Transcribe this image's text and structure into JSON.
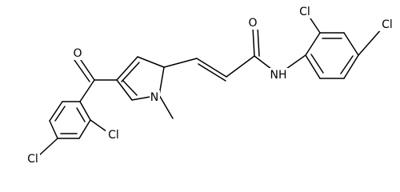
{
  "diagram": {
    "bond_color": "#000000",
    "background": "#ffffff",
    "atoms": {
      "o_ketone": "O",
      "o_amide": "O",
      "nh": "NH",
      "n_pyrrole": "N",
      "cl_a": "Cl",
      "cl_b": "Cl",
      "cl_c": "Cl",
      "cl_d": "Cl"
    }
  }
}
